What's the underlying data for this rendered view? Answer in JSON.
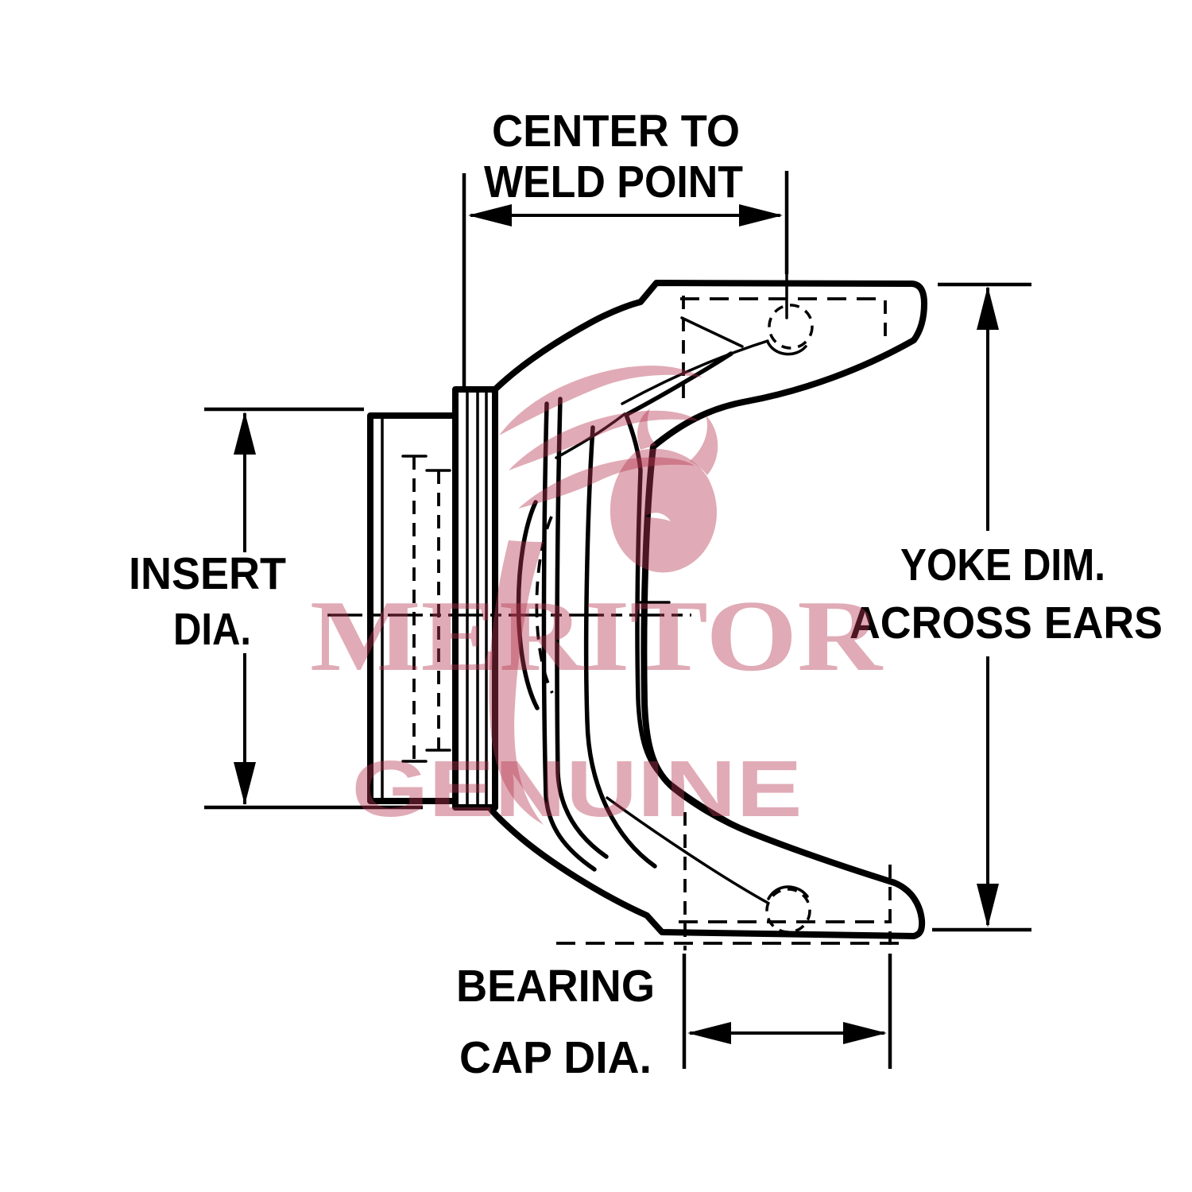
{
  "diagram": {
    "type": "technical-drawing",
    "subject": "end yoke side view with dimension callouts",
    "line_color": "#000000",
    "background": "#ffffff",
    "dimensions": {
      "center_to_weld": {
        "line1": "CENTER TO",
        "line2": "WELD POINT"
      },
      "insert_dia": {
        "line1": "INSERT",
        "line2": "DIA."
      },
      "yoke_dim": {
        "line1": "YOKE DIM.",
        "line2": "ACROSS EARS"
      },
      "bearing_cap": {
        "line1": "BEARING",
        "line2": "CAP DIA."
      }
    },
    "watermark": {
      "line1": "MERITOR",
      "line2": "GENUINE",
      "color": "#b53850",
      "opacity": "0.42"
    }
  }
}
